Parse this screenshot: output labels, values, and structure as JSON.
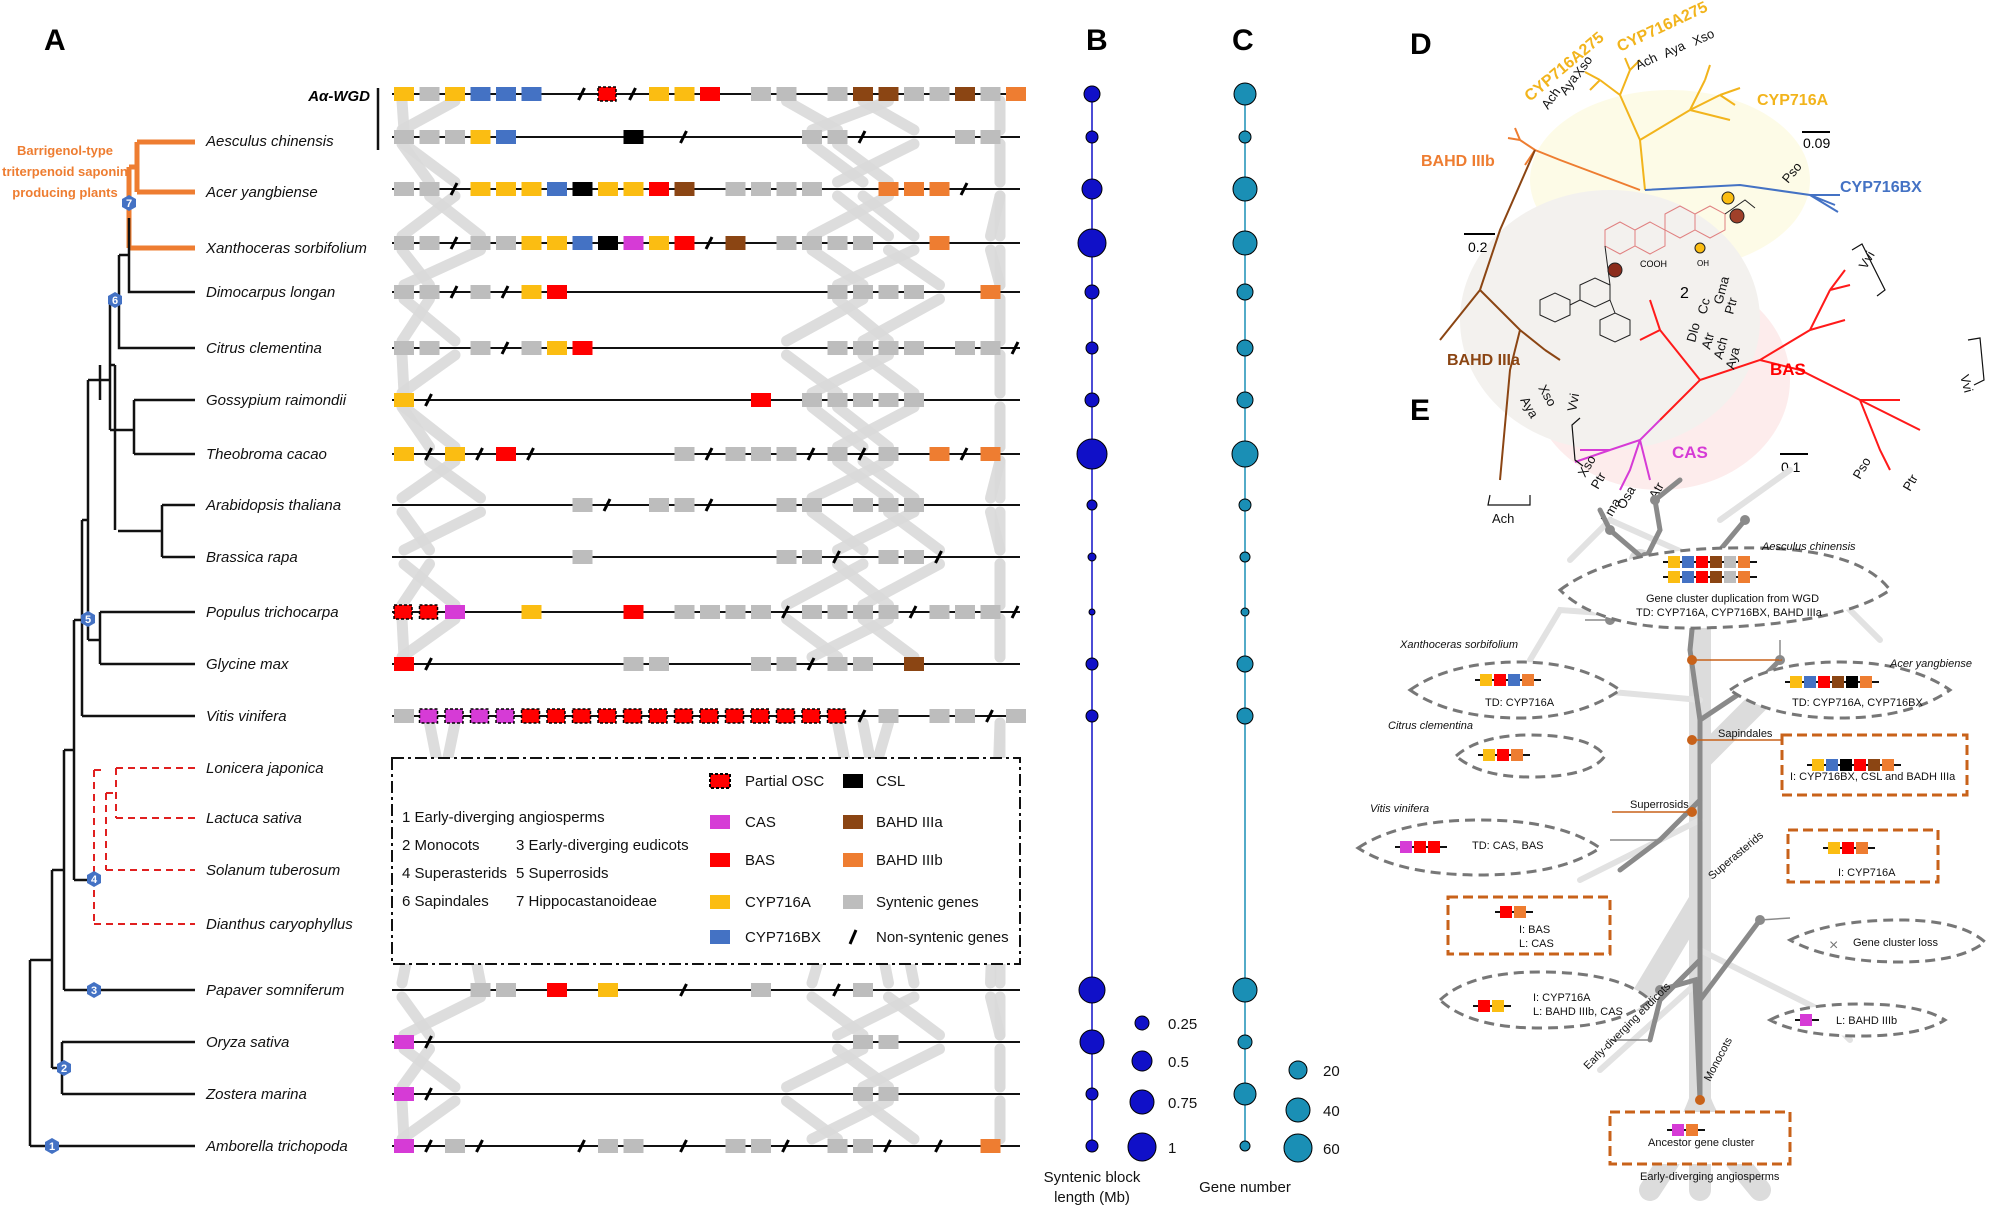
{
  "panels": {
    "a": "A",
    "b": "B",
    "c": "C",
    "d": "D",
    "e": "E"
  },
  "header_label": "Aα-WGD",
  "clade_label": [
    "Barrigenol-type",
    "triterpenoid saponin",
    "producing plants"
  ],
  "species": [
    "Aesculus chinensis",
    "Acer yangbiense",
    "Xanthoceras sorbifolium",
    "Dimocarpus longan",
    "Citrus clementina",
    "Gossypium raimondii",
    "Theobroma cacao",
    "Arabidopsis thaliana",
    "Brassica rapa",
    "Populus trichocarpa",
    "Glycine max",
    "Vitis vinifera",
    "Lonicera japonica",
    "Lactuca sativa",
    "Solanum tuberosum",
    "Dianthus caryophyllus",
    "Papaver somniferum",
    "Oryza sativa",
    "Zostera marina",
    "Amborella trichopoda"
  ],
  "node_numbers": [
    "1",
    "2",
    "3",
    "4",
    "5",
    "6",
    "7"
  ],
  "node_legend": [
    "1 Early-diverging angiosperms",
    "2 Monocots",
    "3 Early-diverging eudicots",
    "4 Superasterids",
    "5 Superrosids",
    "6 Sapindales",
    "7 Hippocastanoideae"
  ],
  "gene_legend": [
    "Partial OSC",
    "CAS",
    "BAS",
    "CYP716A",
    "CYP716BX",
    "CSL",
    "BAHD IIIa",
    "BAHD IIIb",
    "Syntenic genes",
    "Non-syntenic genes"
  ],
  "gene_colors": {
    "CYP716A": "#fbbd12",
    "CYP716BX": "#4472c4",
    "BAS": "#ff0000",
    "CAS": "#d63bd6",
    "CSL": "#000000",
    "BAHD IIIa": "#8b4513",
    "BAHD IIIb": "#ee7d31",
    "Syntenic": "#bdbdbd",
    "Clade": "#ee7d31",
    "Node": "#4472c4",
    "Block": "#1010c8",
    "Gene": "#1a8fb5"
  },
  "panel_b": {
    "axis_label": [
      "Syntenic block",
      "length (Mb)"
    ],
    "scale_labels": [
      "0.25",
      "0.5",
      "0.75",
      "1"
    ],
    "scale_values": [
      0.25,
      0.5,
      0.75,
      1
    ]
  },
  "panel_c": {
    "axis_label": "Gene number",
    "scale_labels": [
      "20",
      "40",
      "60"
    ],
    "scale_values": [
      20,
      40,
      60
    ]
  },
  "panel_d": {
    "clades": [
      "CYP716A275",
      "CYP716A275",
      "CYP716A",
      "CYP716BX",
      "BAHD IIIb",
      "BAHD IIIa",
      "BAS",
      "CAS"
    ],
    "scales": [
      "0.09",
      "0.2",
      "0.1"
    ],
    "tips": [
      "Ach",
      "Aya",
      "Xso",
      "Ach",
      "Aya",
      "Xso",
      "Pso",
      "Aya",
      "Xso",
      "Ach",
      "Vvi",
      "Gma",
      "Ptr",
      "Cc",
      "Dlo",
      "Atr",
      "Ach",
      "Aya",
      "Vvi",
      "Pso",
      "Ptr",
      "Vvi",
      "Xso",
      "Ptr",
      "Zma",
      "Osa",
      "Atr"
    ],
    "compound_number": "2",
    "compound_labels": [
      "COOH",
      "OH"
    ]
  },
  "panel_e": {
    "species_labels": [
      "Aesculus chinensis",
      "Xanthoceras sorbifolium",
      "Acer yangbiense",
      "Citrus clementina",
      "Vitis vinifera"
    ],
    "notes": [
      "Gene cluster duplication from WGD",
      "TD: CYP716A, CYP716BX, BAHD IIIa",
      "TD: CYP716A",
      "TD: CYP716A, CYP716BX",
      "I: CYP716BX, CSL and BADH IIIa",
      "TD: CAS, BAS",
      "I: CYP716A",
      "I: BAS",
      "L: CAS",
      "Gene cluster loss",
      "I: CYP716A",
      "L: BAHD IIIb, CAS",
      "L: BAHD IIIb",
      "Ancestor gene cluster",
      "Early-diverging angiosperms"
    ],
    "branch_labels": [
      "Sapindales",
      "Superrosids",
      "Superasterids",
      "Early-diverging eudicots",
      "Monocots"
    ]
  }
}
